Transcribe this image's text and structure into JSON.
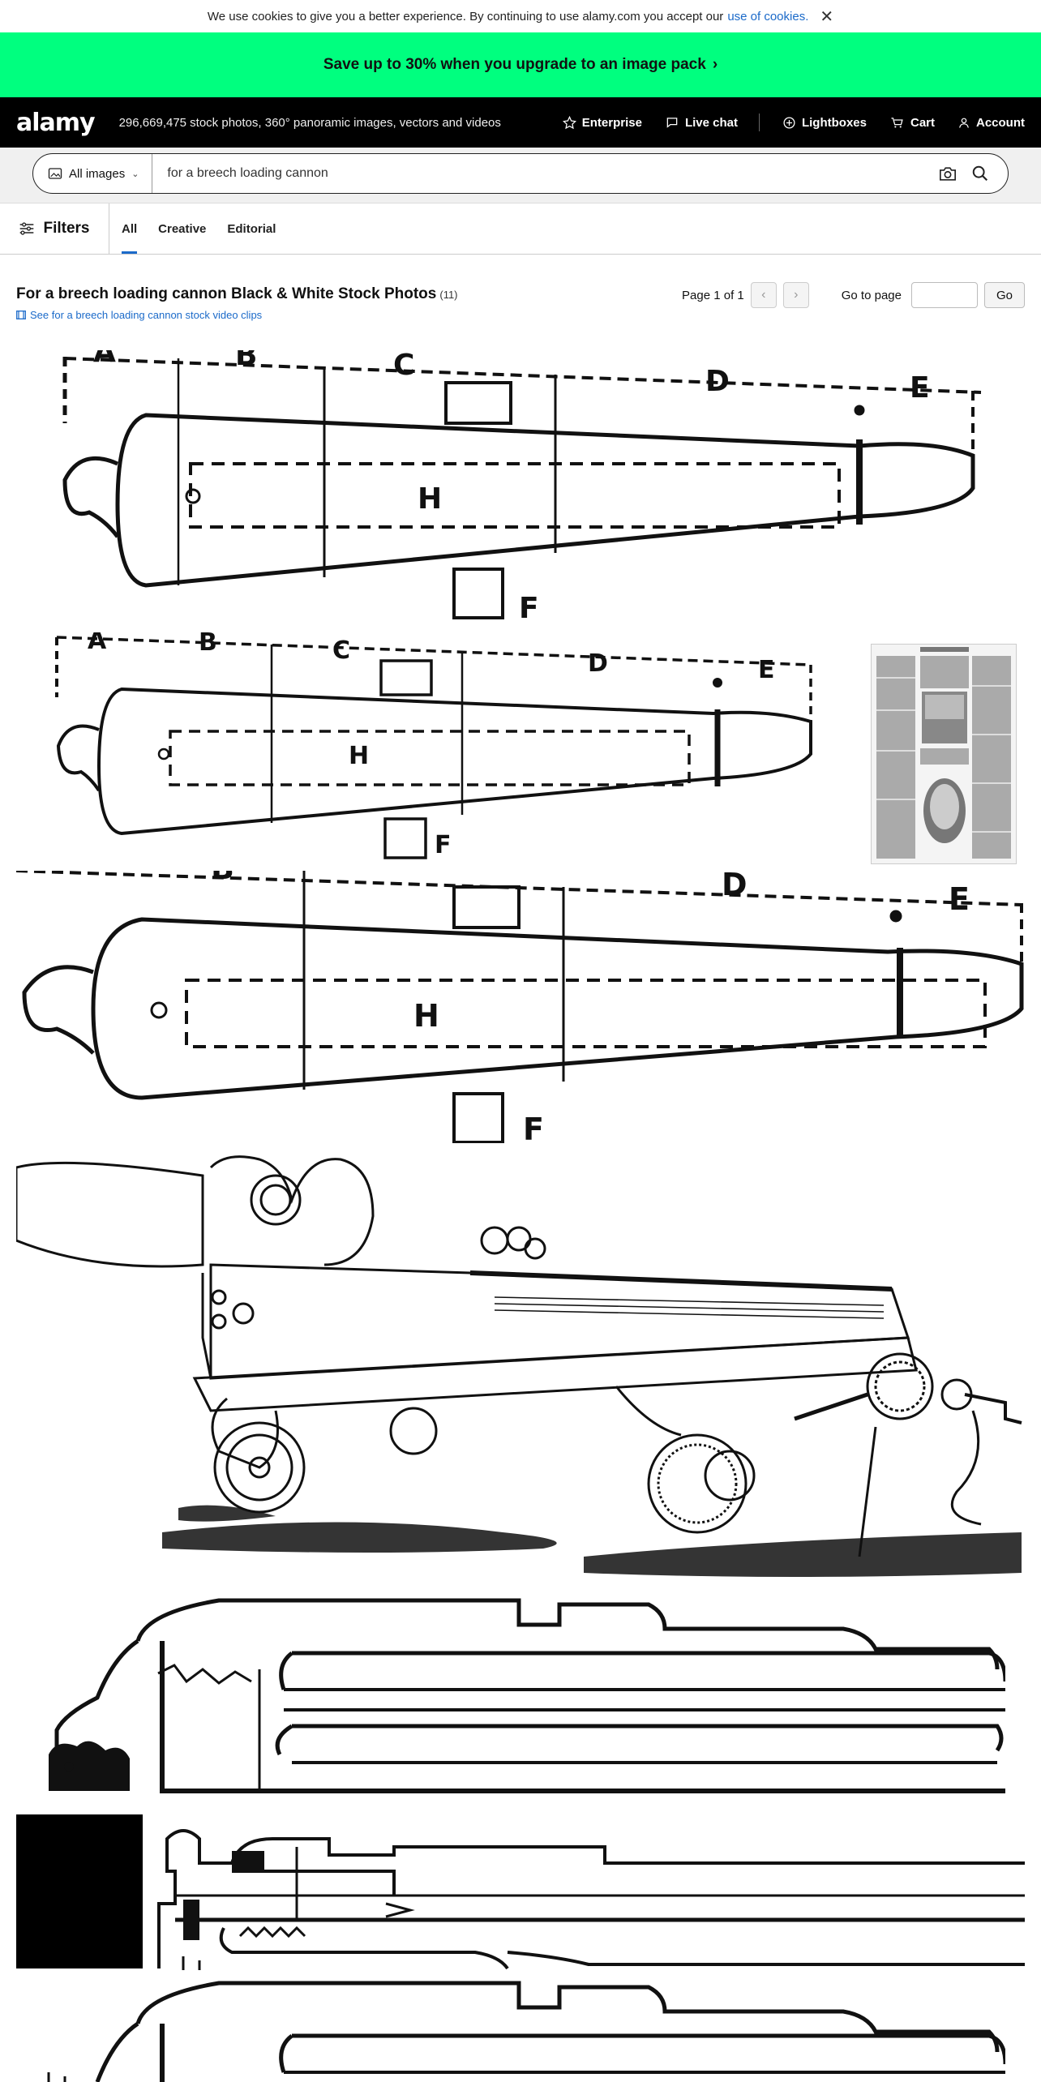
{
  "cookie": {
    "text": "We use cookies to give you a better experience. By continuing to use alamy.com you accept our",
    "link": "use of cookies.",
    "close": "✕"
  },
  "promo": {
    "text": "Save up to 30% when you upgrade to an image pack",
    "chevron": "›"
  },
  "nav": {
    "logo": "alamy",
    "tagline": "296,669,475 stock photos, 360° panoramic images, vectors and videos",
    "items": [
      {
        "label": "Enterprise",
        "icon": "star-icon"
      },
      {
        "label": "Live chat",
        "icon": "chat-icon"
      },
      {
        "label": "Lightboxes",
        "icon": "plus-circle-icon"
      },
      {
        "label": "Cart",
        "icon": "cart-icon"
      },
      {
        "label": "Account",
        "icon": "user-icon"
      }
    ]
  },
  "search": {
    "scope": "All images",
    "query": "for a breech loading cannon"
  },
  "filters": {
    "label": "Filters",
    "tabs": [
      "All",
      "Creative",
      "Editorial"
    ],
    "active_tab": "All"
  },
  "results": {
    "title": "For a breech loading cannon Black & White Stock Photos",
    "count": "(11)",
    "video_link": "See for a breech loading cannon stock video clips",
    "page_label": "Page 1 of 1",
    "prev": "‹",
    "next": "›",
    "goto_label": "Go to page",
    "go": "Go"
  },
  "diagram_letters": [
    "A",
    "B",
    "C",
    "D",
    "E",
    "F",
    "H"
  ]
}
